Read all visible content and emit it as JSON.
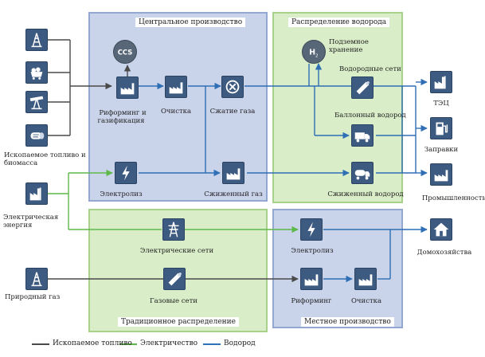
{
  "panels": {
    "central": "Центральное производство",
    "distribution": "Распределение водорода",
    "traditional": "Традиционное распределение",
    "local": "Местное производство"
  },
  "nodes": {
    "ccs": "CCS",
    "h2_symbol": "H",
    "h2_sub": "2",
    "underground_1": "Подземное",
    "underground_2": "хранение",
    "reforming_1": "Риформинг и",
    "reforming_2": "газификация",
    "purification": "Очистка",
    "compression": "Сжатие газа",
    "electrolysis": "Электролиз",
    "liquefied_gas": "Сжиженный газ",
    "hydrogen_networks": "Водородные сети",
    "cylinder_hydrogen": "Баллонный водород",
    "liquefied_hydrogen": "Сжиженный водород",
    "electric_networks": "Электрические сети",
    "gas_networks": "Газовые сети",
    "local_electrolysis": "Электролиз",
    "local_reforming": "Риформинг",
    "local_purification": "Очистка"
  },
  "sources": {
    "fossil_1": "Ископаемое топливо и",
    "fossil_2": "биомасса",
    "electric_1": "Электрическая",
    "electric_2": "энергия",
    "natural_gas": "Природный газ"
  },
  "consumers": {
    "chp": "ТЭЦ",
    "stations": "Заправки",
    "industry": "Промышленность",
    "households": "Домохозяйства"
  },
  "legend": {
    "fossil": "Ископаемое топливо",
    "electricity": "Электричество",
    "hydrogen": "Водород"
  },
  "colors": {
    "fossil": "#4a4a4a",
    "electricity": "#5fb94a",
    "hydrogen": "#2f6fb5",
    "icon_bg": "#3d5a80"
  }
}
